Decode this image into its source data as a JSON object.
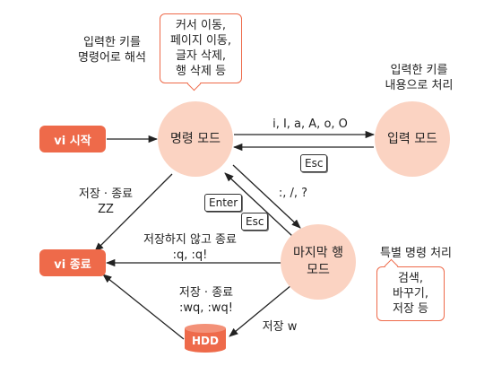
{
  "title_left": "입력한 키를\n명령어로 해석",
  "title_right": "입력한 키를\n내용으로 처리",
  "callout_commands": "커서 이동,\n페이지 이동,\n글자 삭제,\n행 삭제 등",
  "callout_special": "검색,\n바꾸기,\n저장 등",
  "special_label": "특별 명령 처리",
  "states": {
    "command": "명령 모드",
    "input": "입력 모드",
    "lastline": "마지막 행\n모드"
  },
  "tags": {
    "vi_start": "vi 시작",
    "vi_end": "vi 종료",
    "hdd": "HDD"
  },
  "edges": {
    "to_input": "i, I, a, A, o, O",
    "to_lastline": ":, /, ?",
    "save_quit_cmd": "저장 · 종료\nZZ",
    "quit_nosave": "저장하지 않고 종료\n:q, :q!",
    "save_quit_last": "저장 · 종료\n:wq, :wq!",
    "save_w": "저장 w"
  },
  "keys": {
    "esc_input": "Esc",
    "enter": "Enter",
    "esc_last": "Esc"
  },
  "colors": {
    "accent": "#ee6a4a",
    "state_fill": "#fbd3c2"
  }
}
